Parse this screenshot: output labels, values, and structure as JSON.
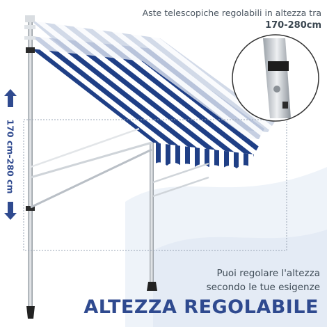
{
  "caption_top": {
    "line1": "Aste telescopiche regolabili in altezza tra",
    "range": "170-280cm"
  },
  "side_label": "170 cm-280 cm",
  "caption_mid": {
    "line1": "Puoi regolare l'altezza",
    "line2": "secondo le tue esigenze"
  },
  "headline": "ALTEZZA REGOLABILE",
  "colors": {
    "brand_blue": "#2f4a8f",
    "stripe_blue": "#1f3f86",
    "stripe_white": "#ffffff",
    "pole_grey": "#c8ccd1",
    "background_wave": "#e8eef7"
  },
  "icons": {
    "up_arrow": "double-up-arrow-icon",
    "down_arrow": "double-down-arrow-icon",
    "detail_lens": "zoom-detail-circle"
  }
}
